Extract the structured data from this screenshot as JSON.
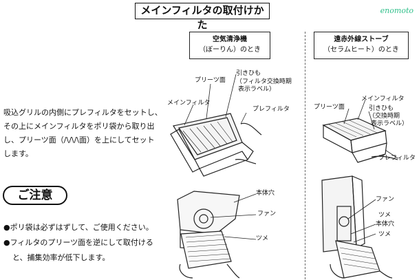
{
  "title": "メインフィルタの取付けかた",
  "watermark": "enomoto",
  "air_purifier": {
    "line1": "空気清浄機",
    "line2": "（ぼーりん）のとき"
  },
  "stove": {
    "line1": "遠赤外線ストーブ",
    "line2": "（セラムヒート）のとき"
  },
  "instructions": [
    "吸込グリルの内側にプレフィルタをセットし、",
    "その上にメインフィルタをポリ袋から取り出",
    "し、プリーツ面（/\\/\\/\\面）を上にしてセット",
    "します。"
  ],
  "caution_heading": "ご注意",
  "caution_items": [
    {
      "line1": "●ポリ袋は必ずはずして、ご使用ください。"
    },
    {
      "line1": "●フィルタのプリーツ面を逆にして取付ける",
      "line2": "と、捕集効率が低下します。"
    }
  ],
  "labels_top_left": {
    "pleats": "プリーツ面",
    "pull_string": "引きひも",
    "replacement_line1": "（フィルタ交換時期",
    "replacement_line2": "表示ラベル）",
    "main_filter": "メインフィルタ",
    "pre_filter": "プレフィルタ"
  },
  "labels_bottom_left": {
    "body_hole": "本体穴",
    "fan": "ファン",
    "tab": "ツメ"
  },
  "labels_top_right": {
    "main_filter": "メインフィルタ",
    "pleats": "プリーツ面",
    "pull_string": "引きひも",
    "replacement_line1": "（交換時期",
    "replacement_line2": "表示ラベル）",
    "pre_filter": "プレフィルタ"
  },
  "labels_bottom_right": {
    "fan": "ファン",
    "tab": "ツメ",
    "body_hole": "本体穴"
  }
}
